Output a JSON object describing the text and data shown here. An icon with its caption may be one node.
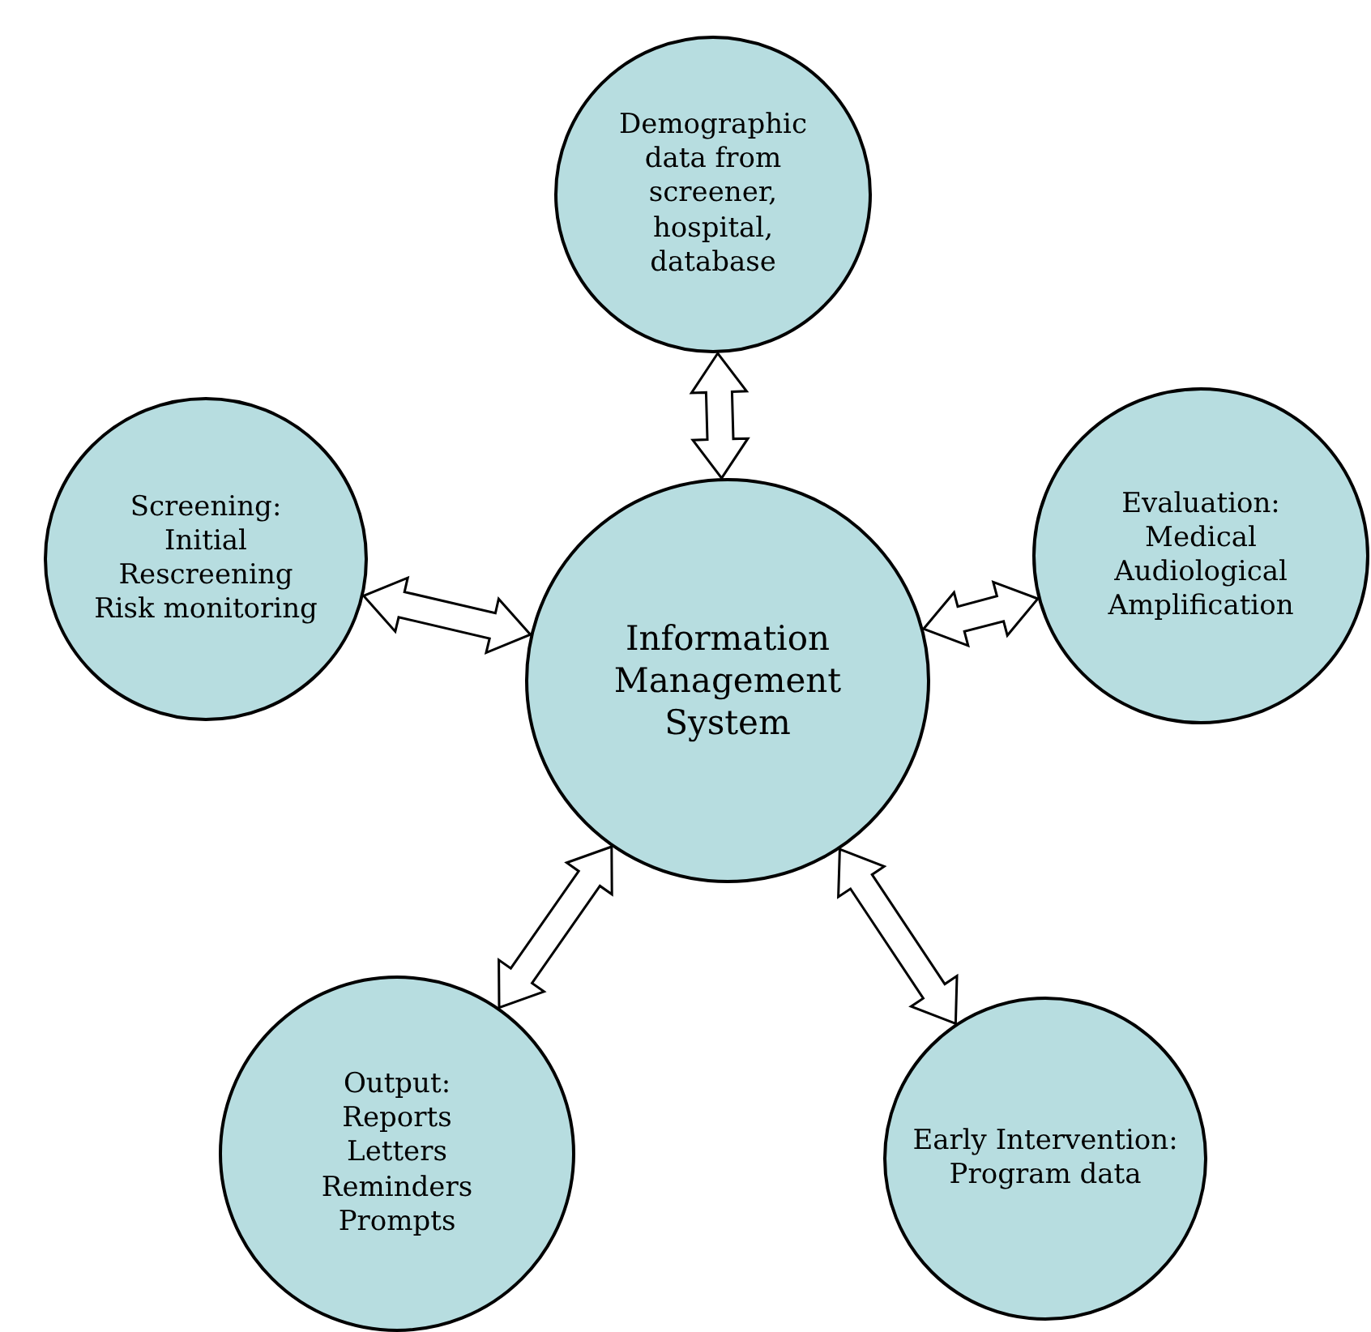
{
  "diagram": {
    "nodes": [
      {
        "text": [
          "Information Management System"
        ]
      },
      {
        "text": [
          "Demographic data from screener, hospital, database"
        ]
      },
      {
        "text": [
          "Screening:",
          "Initial",
          "Rescreening",
          "Risk monitoring"
        ]
      },
      {
        "text": [
          "Evaluation:",
          "Medical",
          "Audiological",
          "Amplification"
        ]
      },
      {
        "text": [
          "Output:",
          "Reports",
          "Letters",
          "Reminders",
          "Prompts"
        ]
      },
      {
        "text": [
          "Early Intervention:",
          "Program data"
        ]
      }
    ],
    "edges": [
      {
        "from": 0,
        "to": 1,
        "arrow": "both"
      },
      {
        "from": 0,
        "to": 2,
        "arrow": "both"
      },
      {
        "from": 0,
        "to": 3,
        "arrow": "both"
      },
      {
        "from": 0,
        "to": 4,
        "arrow": "both"
      },
      {
        "from": 0,
        "to": 5,
        "arrow": "both"
      }
    ]
  }
}
